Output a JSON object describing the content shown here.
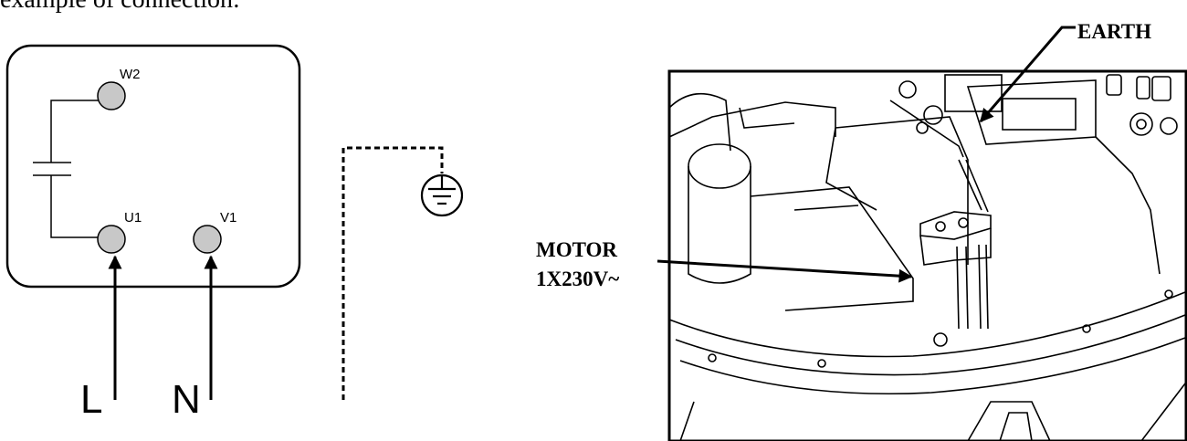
{
  "intro_text": "example of connection:",
  "terminal_box": {
    "terminals": [
      {
        "id": "W2",
        "label": "W2"
      },
      {
        "id": "U1",
        "label": "U1"
      },
      {
        "id": "V1",
        "label": "V1"
      }
    ]
  },
  "supply_labels": {
    "line": "L",
    "neutral": "N"
  },
  "callouts": {
    "earth": "EARTH",
    "motor_line1": "MOTOR",
    "motor_line2": "1X230V~"
  }
}
